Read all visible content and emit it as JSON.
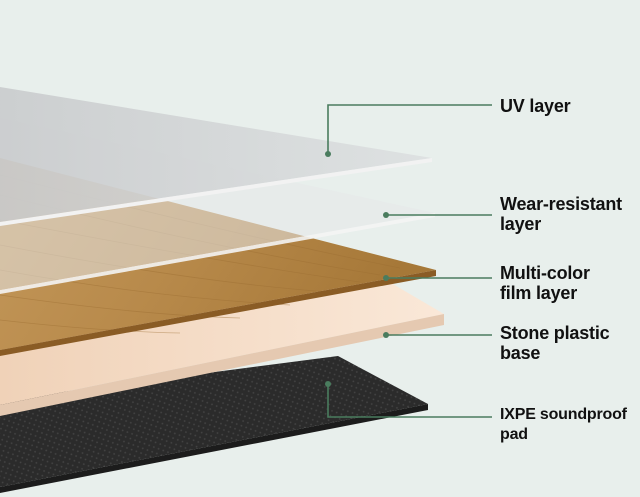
{
  "layers": [
    {
      "id": "uv",
      "label_lines": [
        "UV layer"
      ]
    },
    {
      "id": "wear",
      "label_lines": [
        "Wear-resistant",
        "layer"
      ]
    },
    {
      "id": "film",
      "label_lines": [
        "Multi-color",
        "film layer"
      ]
    },
    {
      "id": "base",
      "label_lines": [
        "Stone plastic",
        "base"
      ]
    },
    {
      "id": "pad",
      "label_lines": [
        "IXPE soundproof",
        "pad"
      ]
    }
  ],
  "colors": {
    "background": "#e8efec",
    "leader_line": "#4a7c5e",
    "label_text": "#111111",
    "uv_layer": "#d4d6d8",
    "wear_layer": "#e3e4e6",
    "film_layer": "#b8894a",
    "base_layer": "#f4dcc8",
    "pad_layer": "#2a2a2a"
  }
}
